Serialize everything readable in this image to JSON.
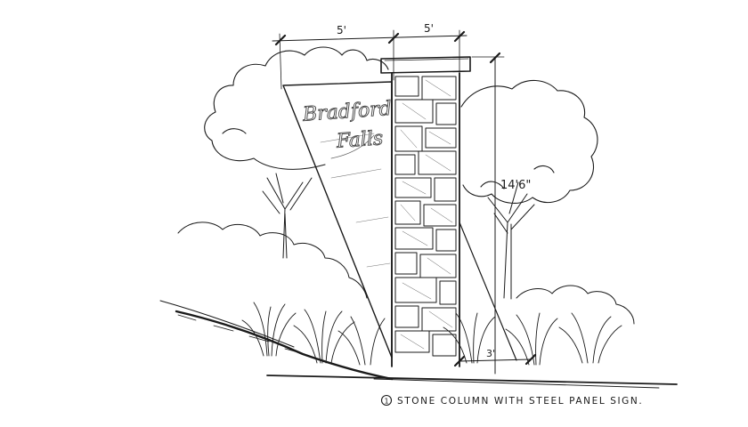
{
  "sign": {
    "line1": "Bradford",
    "line2": "Falls"
  },
  "dimensions": {
    "width_left": "5'",
    "width_right": "5'",
    "height": "14'6\"",
    "base_offset": "3'"
  },
  "caption": {
    "marker": "1",
    "text": "STONE COLUMN WITH STEEL PANEL SIGN."
  }
}
